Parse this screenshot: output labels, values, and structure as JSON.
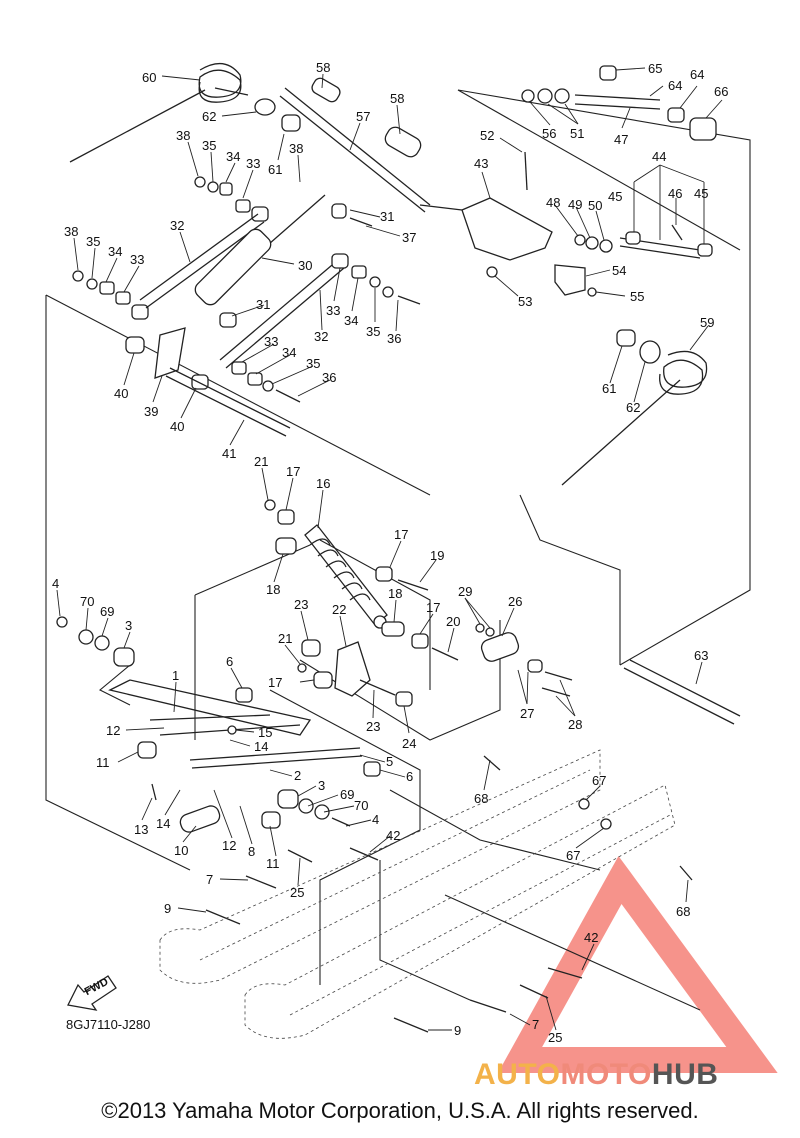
{
  "diagram": {
    "ref_code": "8GJ7110-J280",
    "direction_label": "FWD",
    "copyright": "©2013 Yamaha Motor Corporation, U.S.A. All rights reserved.",
    "watermark": {
      "part1": "AUTO",
      "part2": "MOTO",
      "part3": "HUB"
    },
    "callouts": [
      {
        "id": "c60",
        "text": "60"
      },
      {
        "id": "c58a",
        "text": "58"
      },
      {
        "id": "c58b",
        "text": "58"
      },
      {
        "id": "c62a",
        "text": "62"
      },
      {
        "id": "c57",
        "text": "57"
      },
      {
        "id": "c61a",
        "text": "61"
      },
      {
        "id": "c38a",
        "text": "38"
      },
      {
        "id": "c35a",
        "text": "35"
      },
      {
        "id": "c34a",
        "text": "34"
      },
      {
        "id": "c33a",
        "text": "33"
      },
      {
        "id": "c38b",
        "text": "38"
      },
      {
        "id": "c31a",
        "text": "31"
      },
      {
        "id": "c37",
        "text": "37"
      },
      {
        "id": "c32a",
        "text": "32"
      },
      {
        "id": "c38c",
        "text": "38"
      },
      {
        "id": "c35b",
        "text": "35"
      },
      {
        "id": "c34b",
        "text": "34"
      },
      {
        "id": "c33b",
        "text": "33"
      },
      {
        "id": "c30",
        "text": "30"
      },
      {
        "id": "c31b",
        "text": "31"
      },
      {
        "id": "c33c",
        "text": "33"
      },
      {
        "id": "c34c",
        "text": "34"
      },
      {
        "id": "c35c",
        "text": "35"
      },
      {
        "id": "c36a",
        "text": "36"
      },
      {
        "id": "c32b",
        "text": "32"
      },
      {
        "id": "c33d",
        "text": "33"
      },
      {
        "id": "c34d",
        "text": "34"
      },
      {
        "id": "c35d",
        "text": "35"
      },
      {
        "id": "c36b",
        "text": "36"
      },
      {
        "id": "c40a",
        "text": "40"
      },
      {
        "id": "c39",
        "text": "39"
      },
      {
        "id": "c40b",
        "text": "40"
      },
      {
        "id": "c41",
        "text": "41"
      },
      {
        "id": "c65",
        "text": "65"
      },
      {
        "id": "c64a",
        "text": "64"
      },
      {
        "id": "c64b",
        "text": "64"
      },
      {
        "id": "c66",
        "text": "66"
      },
      {
        "id": "c56",
        "text": "56"
      },
      {
        "id": "c51",
        "text": "51"
      },
      {
        "id": "c47",
        "text": "47"
      },
      {
        "id": "c52",
        "text": "52"
      },
      {
        "id": "c43",
        "text": "43"
      },
      {
        "id": "c44",
        "text": "44"
      },
      {
        "id": "c48",
        "text": "48"
      },
      {
        "id": "c49",
        "text": "49"
      },
      {
        "id": "c50",
        "text": "50"
      },
      {
        "id": "c45a",
        "text": "45"
      },
      {
        "id": "c46",
        "text": "46"
      },
      {
        "id": "c45b",
        "text": "45"
      },
      {
        "id": "c53",
        "text": "53"
      },
      {
        "id": "c54",
        "text": "54"
      },
      {
        "id": "c55",
        "text": "55"
      },
      {
        "id": "c59",
        "text": "59"
      },
      {
        "id": "c61b",
        "text": "61"
      },
      {
        "id": "c62b",
        "text": "62"
      },
      {
        "id": "c21a",
        "text": "21"
      },
      {
        "id": "c17a",
        "text": "17"
      },
      {
        "id": "c16",
        "text": "16"
      },
      {
        "id": "c18a",
        "text": "18"
      },
      {
        "id": "c17b",
        "text": "17"
      },
      {
        "id": "c19",
        "text": "19"
      },
      {
        "id": "c18b",
        "text": "18"
      },
      {
        "id": "c17c",
        "text": "17"
      },
      {
        "id": "c29",
        "text": "29"
      },
      {
        "id": "c26",
        "text": "26"
      },
      {
        "id": "c23a",
        "text": "23"
      },
      {
        "id": "c22",
        "text": "22"
      },
      {
        "id": "c20",
        "text": "20"
      },
      {
        "id": "c21b",
        "text": "21"
      },
      {
        "id": "c17d",
        "text": "17"
      },
      {
        "id": "c23b",
        "text": "23"
      },
      {
        "id": "c24",
        "text": "24"
      },
      {
        "id": "c27",
        "text": "27"
      },
      {
        "id": "c28",
        "text": "28"
      },
      {
        "id": "c4a",
        "text": "4"
      },
      {
        "id": "c70a",
        "text": "70"
      },
      {
        "id": "c69a",
        "text": "69"
      },
      {
        "id": "c3a",
        "text": "3"
      },
      {
        "id": "c1",
        "text": "1"
      },
      {
        "id": "c6a",
        "text": "6"
      },
      {
        "id": "c12a",
        "text": "12"
      },
      {
        "id": "c15",
        "text": "15"
      },
      {
        "id": "c14a",
        "text": "14"
      },
      {
        "id": "c11a",
        "text": "11"
      },
      {
        "id": "c5",
        "text": "5"
      },
      {
        "id": "c6b",
        "text": "6"
      },
      {
        "id": "c2",
        "text": "2"
      },
      {
        "id": "c3b",
        "text": "3"
      },
      {
        "id": "c69b",
        "text": "69"
      },
      {
        "id": "c70b",
        "text": "70"
      },
      {
        "id": "c4b",
        "text": "4"
      },
      {
        "id": "c13",
        "text": "13"
      },
      {
        "id": "c14b",
        "text": "14"
      },
      {
        "id": "c10",
        "text": "10"
      },
      {
        "id": "c12b",
        "text": "12"
      },
      {
        "id": "c8",
        "text": "8"
      },
      {
        "id": "c11b",
        "text": "11"
      },
      {
        "id": "c42a",
        "text": "42"
      },
      {
        "id": "c7a",
        "text": "7"
      },
      {
        "id": "c25a",
        "text": "25"
      },
      {
        "id": "c9a",
        "text": "9"
      },
      {
        "id": "c63",
        "text": "63"
      },
      {
        "id": "c68a",
        "text": "68"
      },
      {
        "id": "c67a",
        "text": "67"
      },
      {
        "id": "c67b",
        "text": "67"
      },
      {
        "id": "c68b",
        "text": "68"
      },
      {
        "id": "c42b",
        "text": "42"
      },
      {
        "id": "c7b",
        "text": "7"
      },
      {
        "id": "c25b",
        "text": "25"
      },
      {
        "id": "c9b",
        "text": "9"
      }
    ]
  }
}
